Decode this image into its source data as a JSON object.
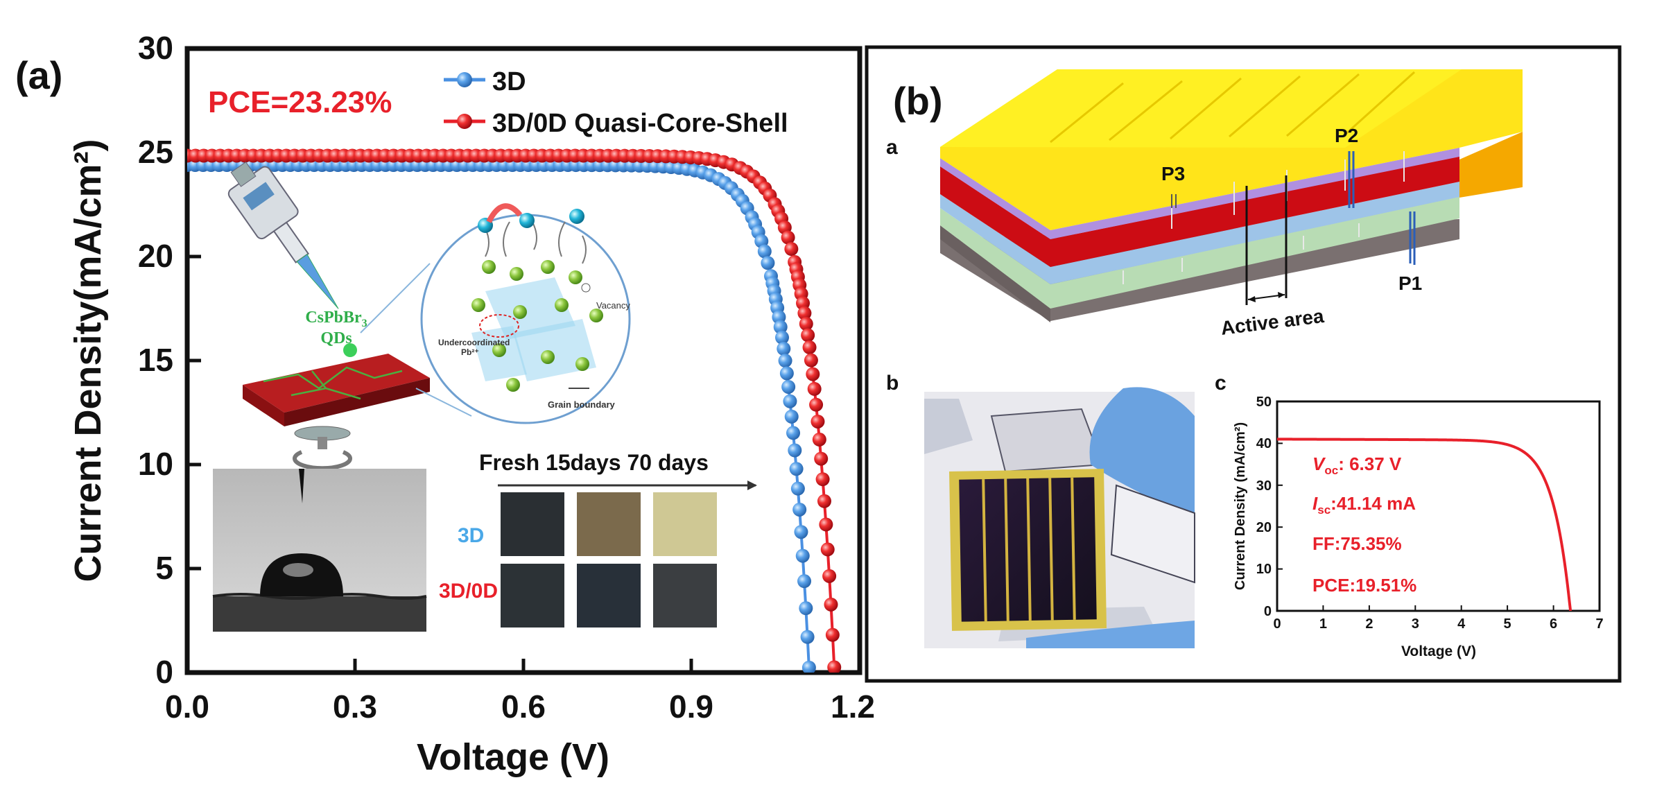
{
  "panel_a": {
    "label": "(a)",
    "pce": "PCE=23.23%",
    "inset_film_label": "CsPbBr",
    "inset_film_sub": "3",
    "inset_qds": "QDs",
    "inset_vacancy": "Vacancy",
    "inset_under1": "Undercoordinated",
    "inset_under2": "Pb²⁺",
    "inset_grain": "Grain boundary",
    "aging_header": "Fresh  15days 70 days",
    "aging_row1": "3D",
    "aging_row2": "3D/0D",
    "aging_colors": [
      [
        "#2a2f33",
        "#7b6a4c",
        "#cfc894"
      ],
      [
        "#2c3236",
        "#283039",
        "#3b3e41"
      ]
    ]
  },
  "panel_b": {
    "label": "(b)",
    "sub_a": "a",
    "sub_b": "b",
    "sub_c": "c",
    "p1": "P1",
    "p2": "P2",
    "p3": "P3",
    "active_area": "Active area",
    "ann_voc_sym": "V",
    "ann_voc_sub": "oc",
    "ann_voc_val": ": 6.37 V",
    "ann_isc_sym": "I",
    "ann_isc_sub": "sc",
    "ann_isc_val": ":41.14 mA",
    "ann_ff": "FF:75.35%",
    "ann_pce": "PCE:19.51%"
  },
  "chart_data": [
    {
      "type": "scatter",
      "title": "",
      "xlabel": "Voltage (V)",
      "ylabel": "Current Density(mA/cm²)",
      "xlim": [
        0,
        1.2
      ],
      "ylim": [
        0,
        30
      ],
      "xticks": [
        "0.0",
        "0.3",
        "0.6",
        "0.9",
        "1.2"
      ],
      "yticks": [
        "0",
        "5",
        "10",
        "15",
        "20",
        "25",
        "30"
      ],
      "legend_position": "top-right",
      "series": [
        {
          "name": "3D",
          "color": "#4a90e2",
          "jsc": 24.4,
          "voc": 1.11
        },
        {
          "name": "3D/0D Quasi-Core-Shell",
          "color": "#e8202a",
          "jsc": 24.85,
          "voc": 1.155
        }
      ]
    },
    {
      "type": "line",
      "title": "",
      "xlabel": "Voltage (V)",
      "ylabel": "Current Density (mA/cm²)",
      "xlim": [
        0,
        7
      ],
      "ylim": [
        0,
        50
      ],
      "xticks": [
        "0",
        "1",
        "2",
        "3",
        "4",
        "5",
        "6",
        "7"
      ],
      "yticks": [
        "0",
        "10",
        "20",
        "30",
        "40",
        "50"
      ],
      "series": [
        {
          "name": "",
          "color": "#e8202a",
          "jsc": 41.0,
          "voc": 6.37
        }
      ]
    }
  ]
}
